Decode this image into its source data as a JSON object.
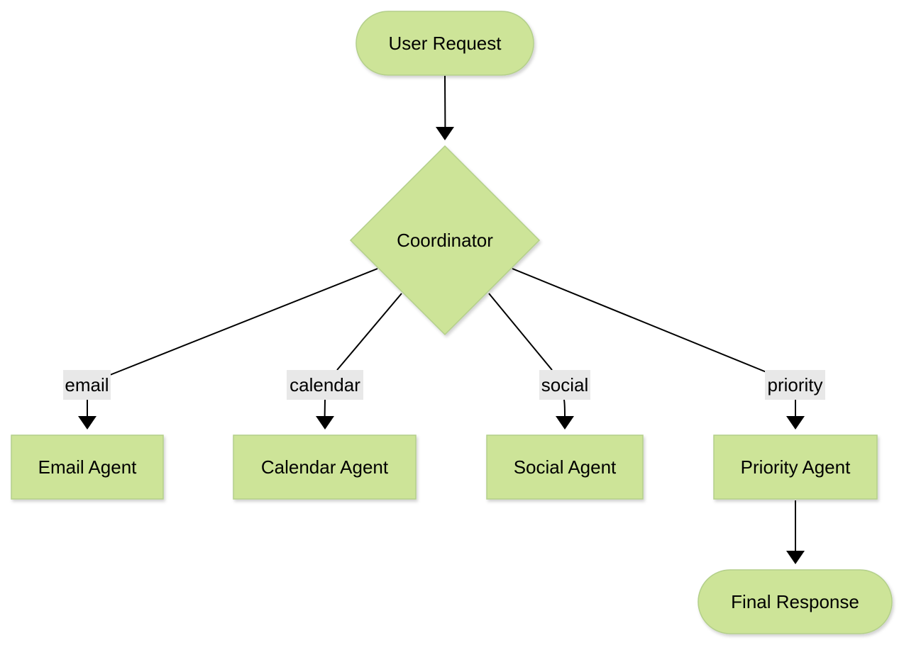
{
  "diagram": {
    "nodes": {
      "user_request": "User Request",
      "coordinator": "Coordinator",
      "email_agent": "Email Agent",
      "calendar_agent": "Calendar Agent",
      "social_agent": "Social Agent",
      "priority_agent": "Priority Agent",
      "final_response": "Final Response"
    },
    "edge_labels": {
      "email": "email",
      "calendar": "calendar",
      "social": "social",
      "priority": "priority"
    },
    "colors": {
      "node_fill": "#cde498",
      "node_stroke": "#b3cf8a",
      "edge": "#000000",
      "label_background": "#e8e8e8"
    }
  }
}
